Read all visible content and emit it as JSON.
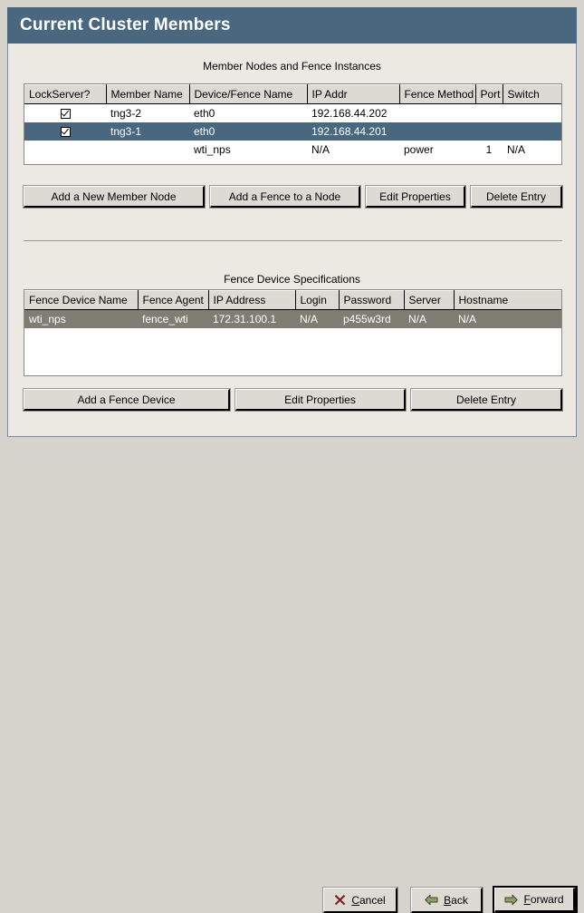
{
  "window": {
    "title": "Current Cluster Members",
    "titlebar_color": "#4a6780",
    "panel_bg": "#ece9e2",
    "body_bg": "#d6d3cc"
  },
  "member_section": {
    "caption": "Member Nodes and Fence Instances",
    "columns": [
      "LockServer?",
      "Member Name",
      "Device/Fence Name",
      "IP Addr",
      "Fence Method",
      "Port",
      "Switch"
    ],
    "rows": [
      {
        "selected": false,
        "lockserver_checked": true,
        "member_name": "tng3-2",
        "device_fence_name": "eth0",
        "ip_addr": "192.168.44.202",
        "fence_method": "",
        "port": "",
        "switch": ""
      },
      {
        "selected": true,
        "lockserver_checked": true,
        "member_name": "tng3-1",
        "device_fence_name": "eth0",
        "ip_addr": "192.168.44.201",
        "fence_method": "",
        "port": "",
        "switch": ""
      },
      {
        "selected": false,
        "lockserver_checked": null,
        "member_name": "",
        "device_fence_name": "wti_nps",
        "ip_addr": "N/A",
        "fence_method": "power",
        "port": "1",
        "switch": "N/A"
      }
    ],
    "buttons": [
      {
        "label": "Add a New Member Node"
      },
      {
        "label": "Add a Fence to a Node"
      },
      {
        "label": "Edit Properties"
      },
      {
        "label": "Delete Entry"
      }
    ],
    "selected_row_color": "#4a6780"
  },
  "fence_section": {
    "caption": "Fence Device Specifications",
    "columns": [
      "Fence Device Name",
      "Fence Agent",
      "IP Address",
      "Login",
      "Password",
      "Server",
      "Hostname"
    ],
    "rows": [
      {
        "selected": true,
        "fence_device_name": "wti_nps",
        "fence_agent": "fence_wti",
        "ip_address": "172.31.100.1",
        "login": "N/A",
        "password": "p455w3rd",
        "server": "N/A",
        "hostname": "N/A"
      }
    ],
    "buttons": [
      {
        "label": "Add a Fence Device"
      },
      {
        "label": "Edit Properties"
      },
      {
        "label": "Delete Entry"
      }
    ],
    "selected_row_color": "#807d73"
  },
  "navigation": {
    "cancel": {
      "label_pre": "",
      "mnemonic": "C",
      "label_post": "ancel",
      "icon": "cancel-x-icon",
      "icon_color": "#8b2030"
    },
    "back": {
      "label_pre": "",
      "mnemonic": "B",
      "label_post": "ack",
      "icon": "arrow-left-icon",
      "icon_color": "#8a9a68"
    },
    "forward": {
      "label_pre": "",
      "mnemonic": "F",
      "label_post": "orward",
      "icon": "arrow-right-icon",
      "icon_color": "#8a9a68",
      "is_default": true
    }
  }
}
